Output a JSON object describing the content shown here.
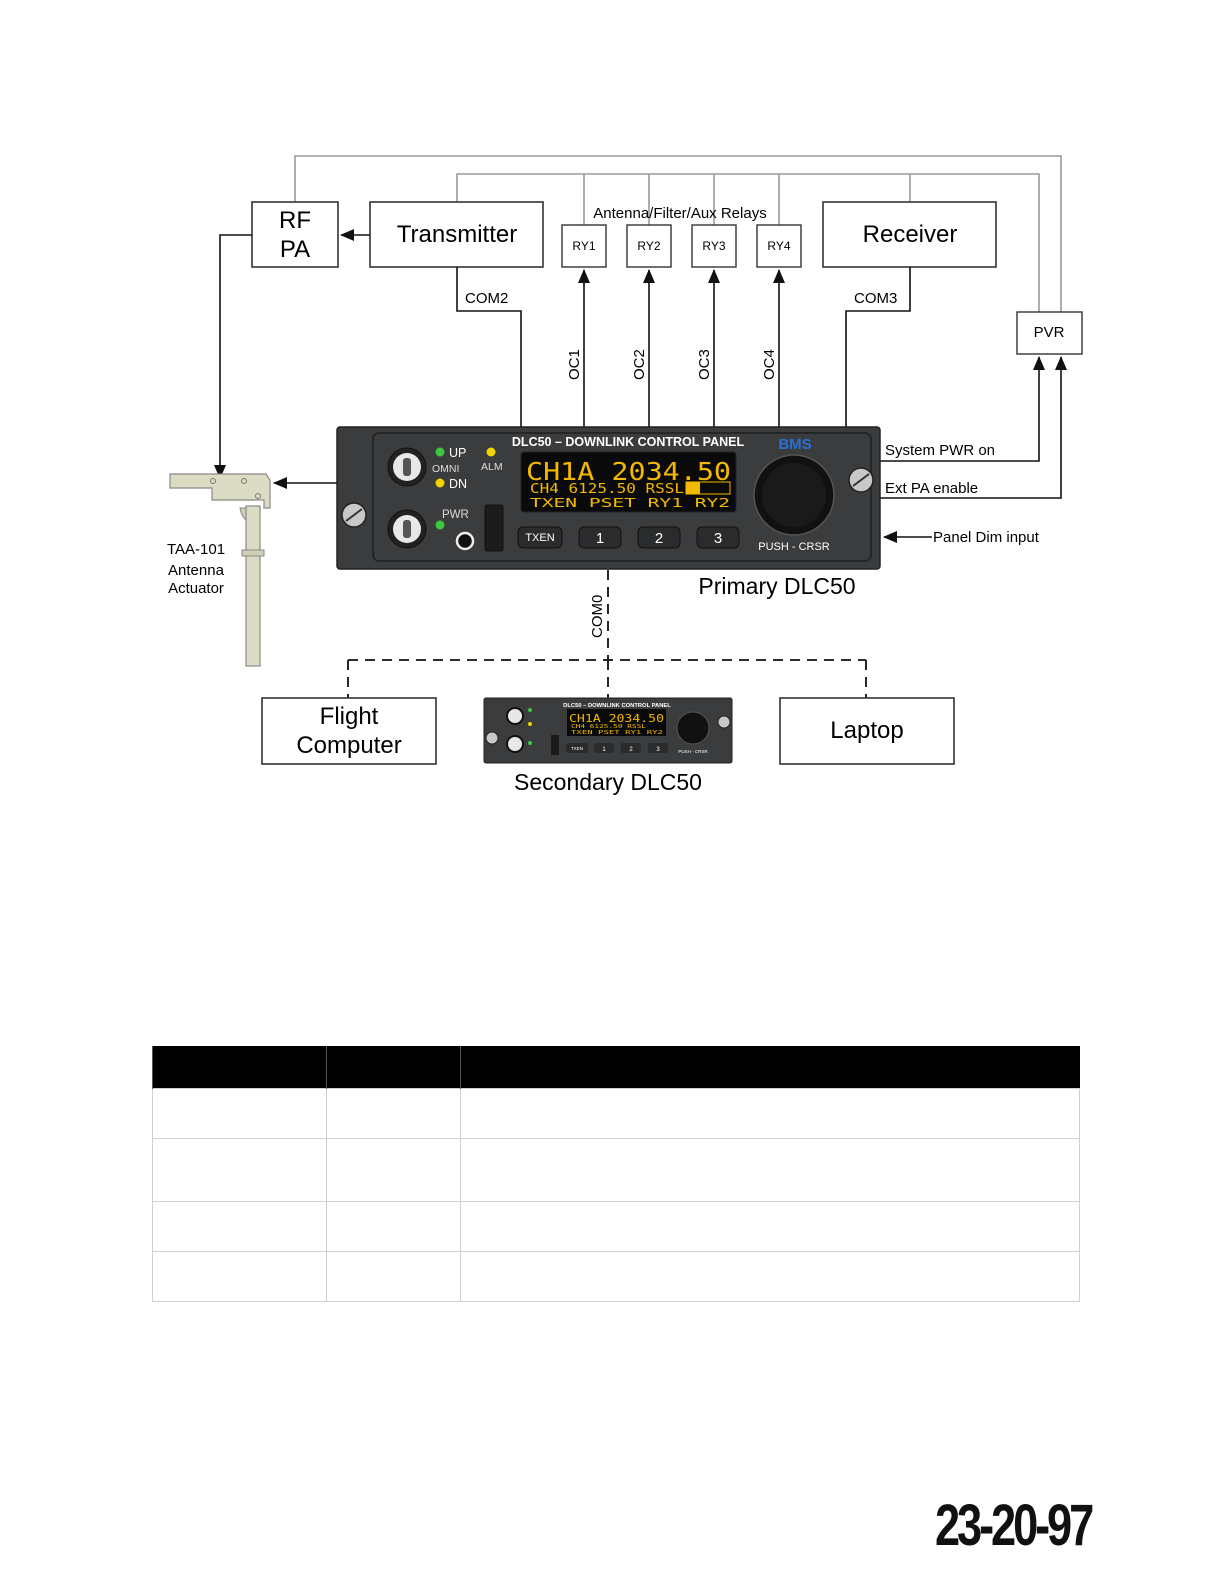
{
  "diagram": {
    "blocks": {
      "rfpa_line1": "RF",
      "rfpa_line2": "PA",
      "transmitter": "Transmitter",
      "receiver": "Receiver",
      "pvr": "PVR",
      "relays_title": "Antenna/Filter/Aux Relays",
      "ry1": "RY1",
      "ry2": "RY2",
      "ry3": "RY3",
      "ry4": "RY4",
      "flight_line1": "Flight",
      "flight_line2": "Computer",
      "laptop": "Laptop"
    },
    "signals": {
      "com2": "COM2",
      "com3": "COM3",
      "com0": "COM0",
      "oc1": "OC1",
      "oc2": "OC2",
      "oc3": "OC3",
      "oc4": "OC4",
      "system_pwr": "System PWR on",
      "ext_pa": "Ext PA enable",
      "panel_dim": "Panel Dim input"
    },
    "actuator": {
      "line1": "TAA-101",
      "line2": "Antenna",
      "line3": "Actuator"
    },
    "panel": {
      "title": "DLC50 – DOWNLINK CONTROL PANEL",
      "brand": "BMS",
      "up": "UP",
      "omni": "OMNI",
      "dn": "DN",
      "alm": "ALM",
      "pwr": "PWR",
      "display_line1": "CH1A 2034.50",
      "display_line2": "CH4 6125.50 RSSL",
      "display_line3": "TXEN  PSET  RY1   RY2",
      "btn_txen": "TXEN",
      "btn_1": "1",
      "btn_2": "2",
      "btn_3": "3",
      "knob_label": "PUSH - CRSR",
      "primary_caption": "Primary DLC50",
      "secondary_caption": "Secondary DLC50"
    },
    "secondary_panel": {
      "title": "DLC50 – DOWNLINK CONTROL PANEL",
      "display_line1": "CH1A 2034.50",
      "display_line2": "CH4 6125.50 RSSL",
      "display_line3": "TXEN  PSET  RY1  RY2",
      "btn_txen": "TXEN",
      "btn_1": "1",
      "btn_2": "2",
      "btn_3": "3",
      "knob_label": "PUSH - CRSR"
    }
  },
  "table": {
    "rows": 4
  },
  "page_number": "23-20-97",
  "colors": {
    "panel": "#3a3c3e",
    "display_bg": "#0a0a0a",
    "display_text": "#f5b800",
    "led_green": "#3ec83e",
    "led_yellow": "#f2d200",
    "brand_blue": "#2a6fd6",
    "actuator": "#dcdcc4"
  }
}
